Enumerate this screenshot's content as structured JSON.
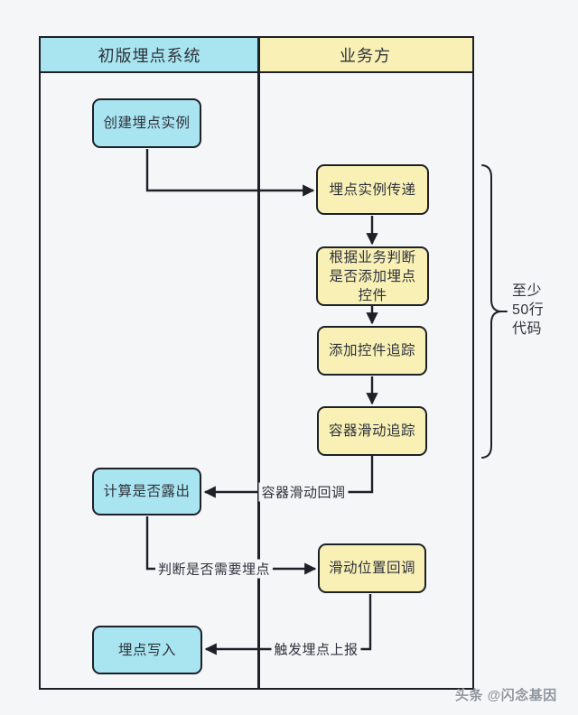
{
  "colors": {
    "page_bg": "#f5f6f8",
    "lane_bg": "#f5f6f8",
    "cyan": "#a9e5f0",
    "yellow": "#f9f0b5",
    "border": "#1d2027",
    "text": "#2e323c",
    "watermark_color": "#8f959e"
  },
  "header": {
    "left": "初版埋点系统",
    "right": "业务方"
  },
  "nodes": {
    "create_instance": "创建埋点实例",
    "instance_pass": "埋点实例传递",
    "judge_add": "根据业务判断是否添加埋点控件",
    "add_track": "添加控件追踪",
    "slide_track": "容器滑动追踪",
    "calc_exposure": "计算是否露出",
    "slide_callback": "滑动位置回调",
    "write_point": "埋点写入"
  },
  "edge_labels": {
    "slide_cb": "容器滑动回调",
    "judge_need": "判断是否需要埋点",
    "trigger_report": "触发埋点上报"
  },
  "annotation": {
    "brace_label": "至少\n50行\n代码"
  },
  "watermark": {
    "text": "头条 @闪念基因"
  }
}
